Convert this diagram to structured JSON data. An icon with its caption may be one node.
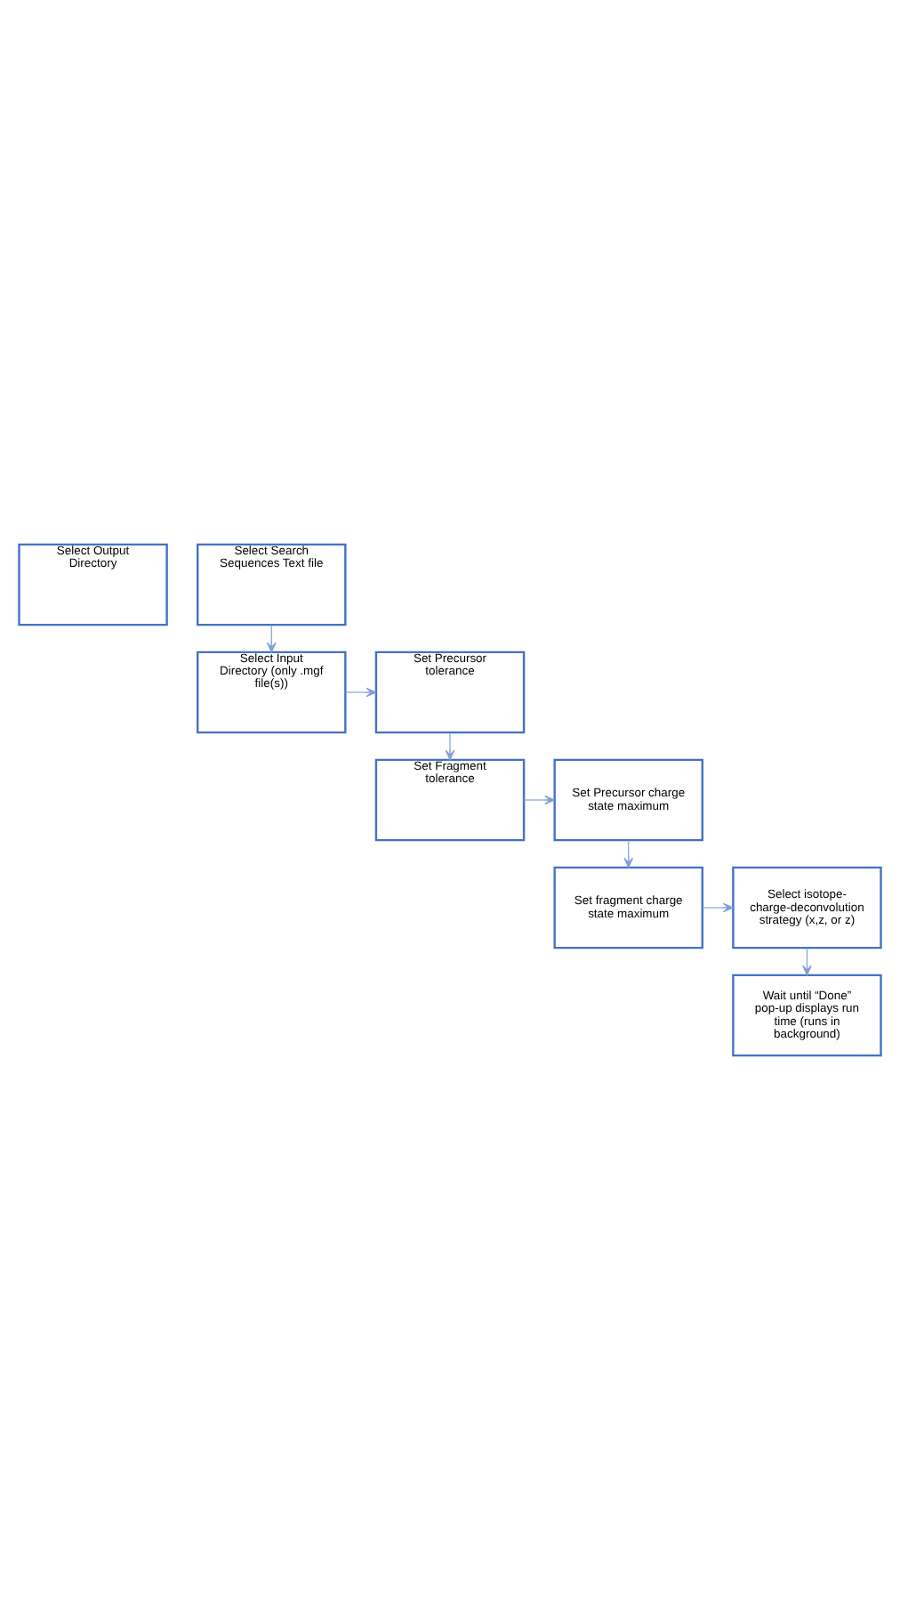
{
  "diagram": {
    "nodes": [
      {
        "text": [
          "Select Output Directory"
        ]
      },
      {
        "text": [
          "Select Search Sequences Text file"
        ]
      },
      {
        "text": [
          "Select Input Directory (only .mgf file(s))"
        ]
      },
      {
        "text": [
          "Set Precursor tolerance"
        ]
      },
      {
        "text": [
          "Set Fragment tolerance"
        ]
      },
      {
        "text": [
          "Set Precursor charge state maximum"
        ]
      },
      {
        "text": [
          "Set fragment charge state maximum"
        ]
      },
      {
        "text": [
          "Select isotope-charge-deconvolution strategy (x,z, or z)"
        ]
      },
      {
        "text": [
          "Wait until “Done” pop-up displays run time (runs in background)"
        ]
      }
    ],
    "edges": [
      {
        "from": 1,
        "to": 2,
        "arrow": "to"
      },
      {
        "from": 2,
        "to": 3,
        "arrow": "to"
      },
      {
        "from": 3,
        "to": 4,
        "arrow": "to"
      },
      {
        "from": 4,
        "to": 5,
        "arrow": "to"
      },
      {
        "from": 5,
        "to": 6,
        "arrow": "to"
      },
      {
        "from": 6,
        "to": 7,
        "arrow": "to"
      },
      {
        "from": 7,
        "to": 8,
        "arrow": "to"
      }
    ]
  }
}
